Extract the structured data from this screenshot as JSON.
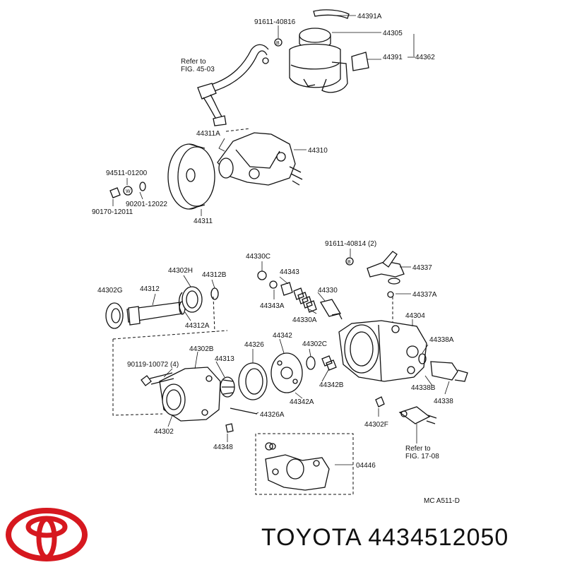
{
  "diagram": {
    "labels": {
      "p44391a": "44391A",
      "p91611_40816": "91611-40816",
      "p44305": "44305",
      "p44391": "44391",
      "p44362": "44362",
      "refer1a": "Refer to",
      "refer1b": "FIG. 45-03",
      "p44311a": "44311A",
      "p44310": "44310",
      "p94511": "94511-01200",
      "p90201": "90201-12022",
      "p90170": "90170-12011",
      "p44311": "44311",
      "p91611_40814": "91611-40814  (2)",
      "p44330c": "44330C",
      "p44337": "44337",
      "p44343": "44343",
      "p44330": "44330",
      "p44337a": "44337A",
      "p44343a": "44343A",
      "p44330a": "44330A",
      "p44302h": "44302H",
      "p44312b": "44312B",
      "p44302g": "44302G",
      "p44312": "44312",
      "p44312a": "44312A",
      "p44304": "44304",
      "p44342": "44342",
      "p44326": "44326",
      "p44302c": "44302C",
      "p44338a": "44338A",
      "p44302b": "44302B",
      "p44313": "44313",
      "p90119": "90119-10072  (4)",
      "p44342b": "44342B",
      "p44342a": "44342A",
      "p44338b": "44338B",
      "p44338": "44338",
      "p44302": "44302",
      "p44326a": "44326A",
      "p44302f": "44302F",
      "p44348": "44348",
      "refer2a": "Refer to",
      "refer2b": "FIG. 17-08",
      "p04446": "04446",
      "mcode": "MC  A511-D"
    }
  },
  "brand": {
    "caption": "TOYOTA 4434512050",
    "logo_color": "#d6181f"
  }
}
